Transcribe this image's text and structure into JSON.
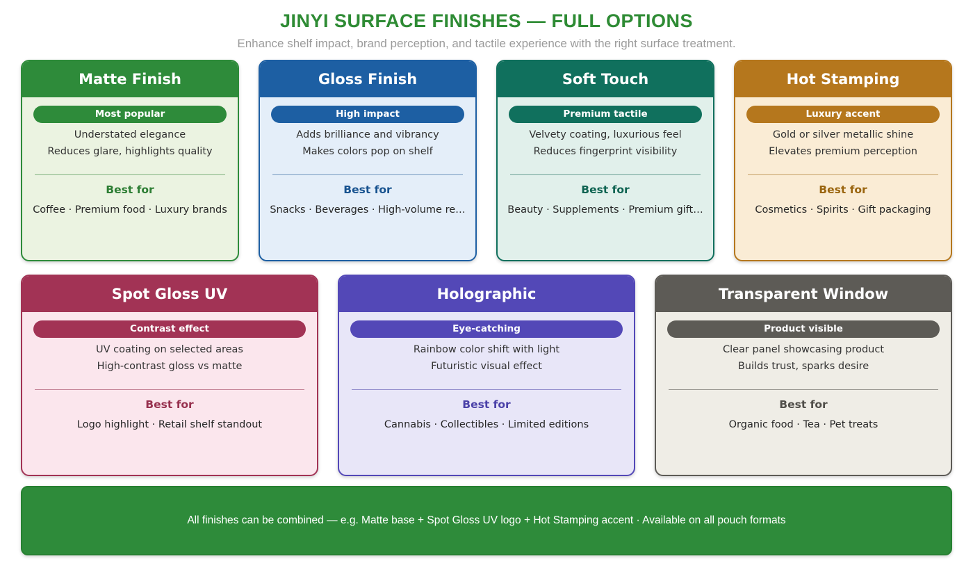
{
  "page": {
    "title": "JINYI SURFACE FINISHES — FULL OPTIONS",
    "subtitle": "Enhance shelf impact, brand perception, and tactile experience with the right surface treatment.",
    "title_color": "#2e8b34",
    "subtitle_color": "#9b9b9b"
  },
  "footer": {
    "text": "All finishes can be combined — e.g. Matte base + Spot Gloss UV logo + Hot Stamping accent · Available on all pouch formats",
    "bg": "#2e8b3a"
  },
  "best_for_label": "Best for",
  "cards": [
    {
      "title": "Matte Finish",
      "badge": "Most popular",
      "lines": [
        "Understated elegance",
        "Reduces glare, highlights quality"
      ],
      "best_for_label": "Best for",
      "best_for": "Coffee · Premium food · Luxury brands",
      "colors": {
        "header": "#2e8b3a",
        "body": "#ebf3e1",
        "accent": "#2c7d33"
      }
    },
    {
      "title": "Gloss Finish",
      "badge": "High impact",
      "lines": [
        "Adds brilliance and vibrancy",
        "Makes colors pop on shelf"
      ],
      "best_for_label": "Best for",
      "best_for": "Snacks · Beverages · High-volume re…",
      "colors": {
        "header": "#1d5fa3",
        "body": "#e4eef9",
        "accent": "#17528f"
      }
    },
    {
      "title": "Soft Touch",
      "badge": "Premium tactile",
      "lines": [
        "Velvety coating, luxurious feel",
        "Reduces fingerprint visibility"
      ],
      "best_for_label": "Best for",
      "best_for": "Beauty · Supplements · Premium gift…",
      "colors": {
        "header": "#10705d",
        "body": "#e1f0eb",
        "accent": "#0e6351"
      }
    },
    {
      "title": "Hot Stamping",
      "badge": "Luxury accent",
      "lines": [
        "Gold or silver metallic shine",
        "Elevates premium perception"
      ],
      "best_for_label": "Best for",
      "best_for": "Cosmetics · Spirits · Gift packaging",
      "colors": {
        "header": "#b5771d",
        "body": "#faecd5",
        "accent": "#9a650f"
      }
    },
    {
      "title": "Spot Gloss UV",
      "badge": "Contrast effect",
      "lines": [
        "UV coating on selected areas",
        "High-contrast gloss vs matte"
      ],
      "best_for_label": "Best for",
      "best_for": "Logo highlight · Retail shelf standout",
      "colors": {
        "header": "#a23355",
        "body": "#fbe6ed",
        "accent": "#97304e"
      }
    },
    {
      "title": "Holographic",
      "badge": "Eye-catching",
      "lines": [
        "Rainbow color shift with light",
        "Futuristic visual effect"
      ],
      "best_for_label": "Best for",
      "best_for": "Cannabis · Collectibles · Limited editions",
      "colors": {
        "header": "#5348b7",
        "body": "#e8e6f8",
        "accent": "#4a41a8"
      }
    },
    {
      "title": "Transparent Window",
      "badge": "Product visible",
      "lines": [
        "Clear panel showcasing product",
        "Builds trust, sparks desire"
      ],
      "best_for_label": "Best for",
      "best_for": "Organic food · Tea · Pet treats",
      "colors": {
        "header": "#5d5b56",
        "body": "#efede6",
        "accent": "#504e49"
      }
    }
  ]
}
